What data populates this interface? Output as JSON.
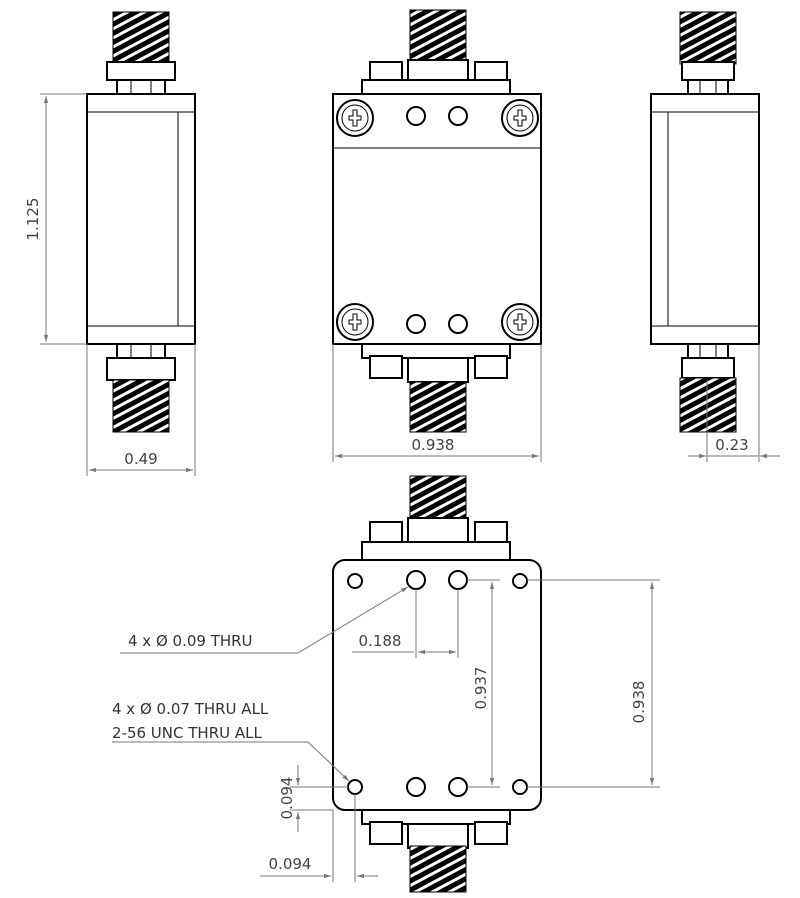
{
  "title": "",
  "top_views": {
    "left_height": "1.125",
    "left_width": "0.49",
    "front_width": "0.938",
    "right_offset": "0.23"
  },
  "bottom_view": {
    "callout_through_holes": "4 x Ø 0.09 THRU",
    "callout_tapped_line1": "4 x Ø 0.07 THRU ALL",
    "callout_tapped_line2": "2-56 UNC THRU ALL",
    "hole_spacing": "0.188",
    "hole_vertical_spacing": "0.937",
    "overall_height": "0.938",
    "edge_offset_vertical": "0.094",
    "edge_offset_horizontal": "0.094"
  },
  "colors": {
    "line": "#000000",
    "dimension": "#777777",
    "text": "#444444"
  }
}
